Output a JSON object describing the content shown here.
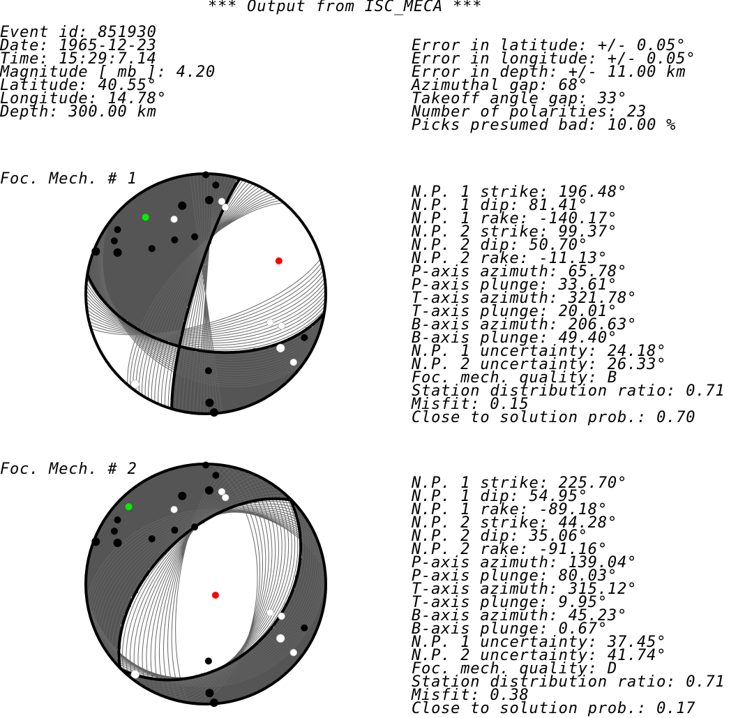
{
  "title": "*** Output from ISC_MECA ***",
  "event": {
    "left_lines": [
      "Event id: 851930",
      "Date: 1965-12-23",
      "Time: 15:29:7.14",
      "Magnitude [ mb ]: 4.20",
      "Latitude: 40.55°",
      "Longitude: 14.78°",
      "Depth: 300.00 km"
    ],
    "right_lines": [
      "Error in latitude: +/- 0.05°",
      "Error in longitude: +/- 0.05°",
      "Error in depth: +/- 11.00 km",
      "Azimuthal gap: 68°",
      "Takeoff angle gap: 33°",
      "Number of polarities: 23",
      "Picks presumed bad: 10.00 %"
    ]
  },
  "colors": {
    "background": "#ffffff",
    "compression_fill": "#555555",
    "nodal_plane": "#000000",
    "p_axis": "#ff0000",
    "t_axis": "#00ee00",
    "station_up": "#000000",
    "station_down": "#ffffff"
  },
  "mechanisms": [
    {
      "label": "Foc. Mech. # 1",
      "params": [
        "N.P. 1 strike: 196.48°",
        "N.P. 1 dip: 81.41°",
        "N.P. 1 rake: -140.17°",
        "N.P. 2 strike: 99.37°",
        "N.P. 2 dip: 50.70°",
        "N.P. 2 rake: -11.13°",
        "P-axis azimuth: 65.78°",
        "P-axis plunge: 33.61°",
        "T-axis azimuth: 321.78°",
        "T-axis plunge: 20.01°",
        "B-axis azimuth: 206.63°",
        "B-axis plunge: 49.40°",
        "N.P. 1 uncertainty: 24.18°",
        "N.P. 2 uncertainty: 26.33°",
        "Foc. mech. quality: B",
        "Station distribution ratio: 0.71",
        "Misfit: 0.15",
        "Close to solution prob.: 0.70"
      ],
      "np1": {
        "strike": 196.48,
        "dip": 81.41
      },
      "np2": {
        "strike": 99.37,
        "dip": 50.7
      },
      "p_axis": {
        "azimuth": 65.78,
        "plunge": 33.61
      },
      "t_axis": {
        "azimuth": 321.78,
        "plunge": 20.01
      },
      "np1_uncertainty": 24.18,
      "np2_uncertainty": 26.33
    },
    {
      "label": "Foc. Mech. # 2",
      "params": [
        "N.P. 1 strike: 225.70°",
        "N.P. 1 dip: 54.95°",
        "N.P. 1 rake: -89.18°",
        "N.P. 2 strike: 44.28°",
        "N.P. 2 dip: 35.06°",
        "N.P. 2 rake: -91.16°",
        "P-axis azimuth: 139.04°",
        "P-axis plunge: 80.03°",
        "T-axis azimuth: 315.12°",
        "T-axis plunge: 9.95°",
        "B-axis azimuth: 45.23°",
        "B-axis plunge: 0.67°",
        "N.P. 1 uncertainty: 37.45°",
        "N.P. 2 uncertainty: 41.74°",
        "Foc. mech. quality: D",
        "Station distribution ratio: 0.71",
        "Misfit: 0.38",
        "Close to solution prob.: 0.17"
      ],
      "np1": {
        "strike": 225.7,
        "dip": 54.95
      },
      "np2": {
        "strike": 44.28,
        "dip": 35.06
      },
      "p_axis": {
        "azimuth": 139.04,
        "plunge": 80.03
      },
      "t_axis": {
        "azimuth": 315.12,
        "plunge": 9.95
      },
      "np1_uncertainty": 37.45,
      "np2_uncertainty": 41.74
    }
  ],
  "stations": [
    {
      "az": 0.0,
      "toa": 89,
      "polarity": "up",
      "size": "small"
    },
    {
      "az": 5.3,
      "toa": 80,
      "polarity": "up",
      "size": "small"
    },
    {
      "az": 9.8,
      "toa": 67,
      "polarity": "down",
      "size": "small"
    },
    {
      "az": 2.1,
      "toa": 67,
      "polarity": "up",
      "size": "large"
    },
    {
      "az": 12.8,
      "toa": 63,
      "polarity": "down",
      "size": "small"
    },
    {
      "az": 345.0,
      "toa": 65,
      "polarity": "up",
      "size": "large"
    },
    {
      "az": 337.0,
      "toa": 57,
      "polarity": "down",
      "size": "small"
    },
    {
      "az": 306.0,
      "toa": 80,
      "polarity": "up",
      "size": "small"
    },
    {
      "az": 330.0,
      "toa": 43,
      "polarity": "up",
      "size": "small"
    },
    {
      "az": 295.0,
      "toa": 70,
      "polarity": "up",
      "size": "large"
    },
    {
      "az": 291.0,
      "toa": 88,
      "polarity": "up",
      "size": "large"
    },
    {
      "az": 114.0,
      "toa": 49,
      "polarity": "down",
      "size": "small"
    },
    {
      "az": 113.0,
      "toa": 58,
      "polarity": "down",
      "size": "small"
    },
    {
      "az": 114.0,
      "toa": 79,
      "polarity": "up",
      "size": "small"
    },
    {
      "az": 126.0,
      "toa": 66,
      "polarity": "down",
      "size": "large"
    },
    {
      "az": 128.0,
      "toa": 82,
      "polarity": "down",
      "size": "small"
    },
    {
      "az": 178.0,
      "toa": 54,
      "polarity": "up",
      "size": "small"
    },
    {
      "az": 218.0,
      "toa": 85,
      "polarity": "down",
      "size": "large"
    },
    {
      "az": 178.0,
      "toa": 80,
      "polarity": "up",
      "size": "large"
    },
    {
      "az": 176.0,
      "toa": 89,
      "polarity": "up",
      "size": "large"
    },
    {
      "az": 349.0,
      "toa": 40,
      "polarity": "up",
      "size": "small"
    },
    {
      "az": 310.0,
      "toa": 49,
      "polarity": "up",
      "size": "small"
    },
    {
      "az": 300.0,
      "toa": 77,
      "polarity": "up",
      "size": "small"
    }
  ]
}
